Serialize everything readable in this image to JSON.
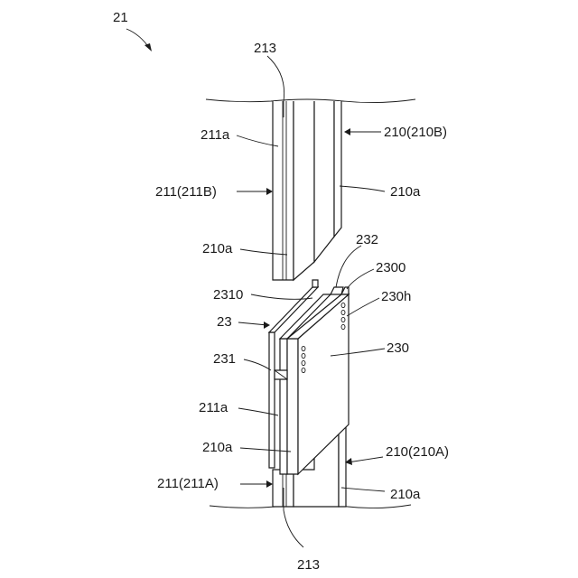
{
  "figure_ref": "21",
  "labels": {
    "upper_213": "213",
    "lower_213": "213",
    "l_211a_top": "211a",
    "l_211B": "211(211B)",
    "l_210a_upper_left": "210a",
    "l_210B": "210(210B)",
    "l_210a_upper_right": "210a",
    "l_232": "232",
    "l_2300": "2300",
    "l_2310": "2310",
    "l_230h": "230h",
    "l_23": "23",
    "l_230": "230",
    "l_231": "231",
    "l_211a_bottom": "211a",
    "l_210a_lower_left": "210a",
    "l_210A": "210(210A)",
    "l_211A": "211(211A)",
    "l_210a_lower_right": "210a"
  }
}
